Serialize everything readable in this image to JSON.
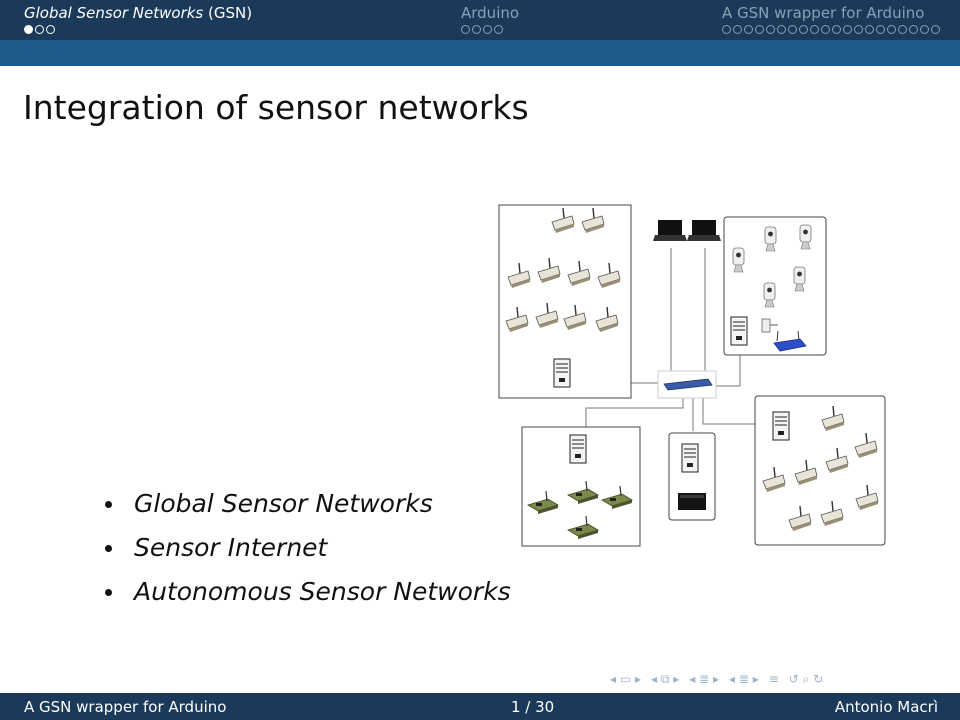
{
  "header": {
    "sections": [
      {
        "label_italic": "Global Sensor Networks",
        "label_rest": " (GSN)",
        "dots": 3,
        "current": 0
      },
      {
        "label": "Arduino",
        "dots": 4,
        "current": -1
      },
      {
        "label": "A GSN wrapper for Arduino",
        "dots": 20,
        "current": -1
      }
    ]
  },
  "slide": {
    "title": "Integration of sensor networks",
    "bullets": [
      "Global Sensor Networks",
      "Sensor Internet",
      "Autonomous Sensor Networks"
    ],
    "figure_icons": [
      "sensor-mote-icon",
      "laptop-icon",
      "webcam-icon",
      "server-icon",
      "switch-icon",
      "router-icon",
      "board-icon",
      "gateway-box-icon"
    ]
  },
  "nav_icons": [
    "arrow-left-icon",
    "frame-icon",
    "arrow-right-icon",
    "subsection-icon",
    "section-icon",
    "align-icon",
    "search-icon"
  ],
  "footer": {
    "left": "A GSN wrapper for Arduino",
    "center": "1 / 30",
    "right": "Antonio Macrì"
  },
  "colors": {
    "header_dark": "#1b3a5a",
    "header_light": "#1e5b8c"
  }
}
